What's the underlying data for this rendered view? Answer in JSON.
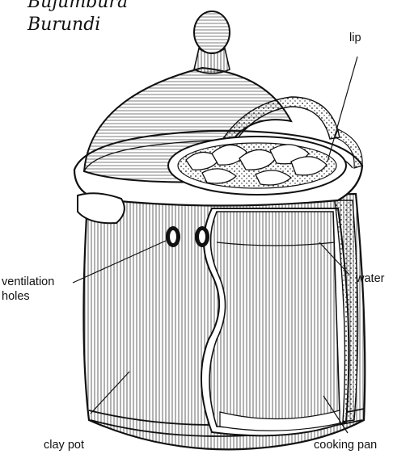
{
  "place": {
    "line1": "Bujumbura",
    "line2": "Burundi"
  },
  "labels": {
    "lip": "lip",
    "ventilation_line1": "ventilation",
    "ventilation_line2": "holes",
    "water": "water",
    "clay_pot": "clay pot",
    "cooking_pan": "cooking pan"
  }
}
